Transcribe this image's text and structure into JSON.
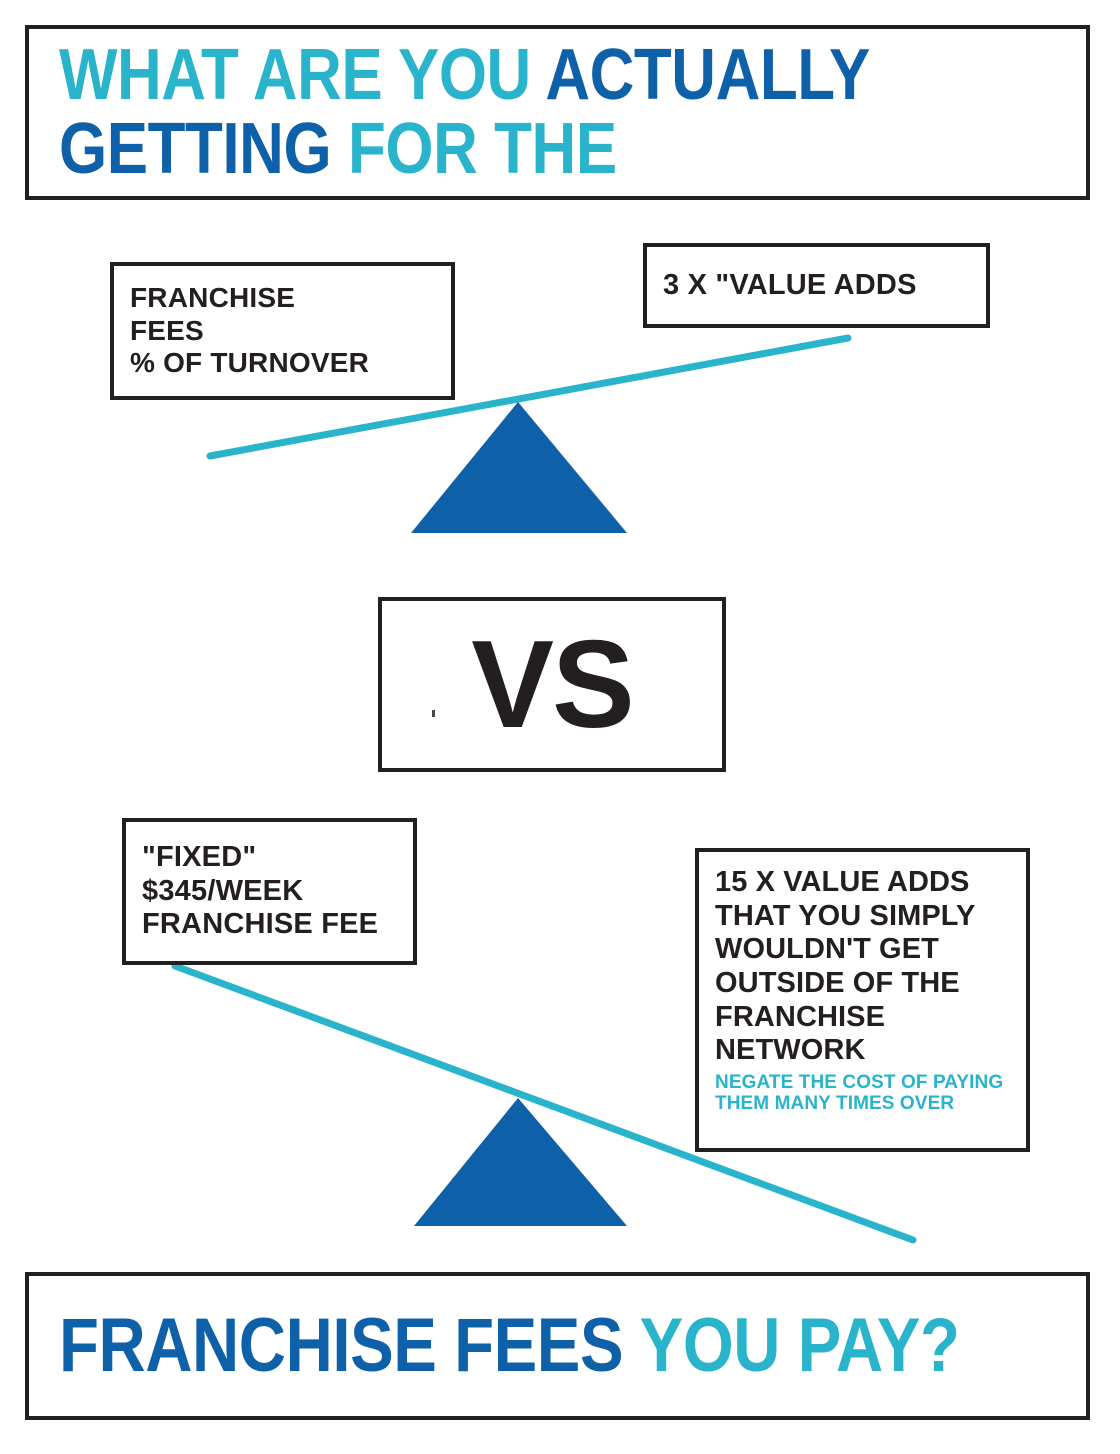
{
  "header": {
    "line1": [
      {
        "text": "WHAT ARE YOU ",
        "color": "#29b4cc"
      },
      {
        "text": "ACTUALLY",
        "color": "#0e60a8"
      }
    ],
    "line2": [
      {
        "text": "GETTING ",
        "color": "#0e60a8"
      },
      {
        "text": "FOR THE",
        "color": "#29b4cc"
      }
    ],
    "line1_part1": "WHAT ARE YOU ",
    "line1_part2": "ACTUALLY",
    "line2_part1": "GETTING ",
    "line2_part2": "FOR THE"
  },
  "footer": {
    "part1": "FRANCHISE FEES ",
    "part2": "YOU PAY?"
  },
  "comparison": {
    "divider_label": "VS",
    "top_scale": {
      "left_label": "FRANCHISE\nFEES\n% OF TURNOVER",
      "right_label": "3 X \"VALUE ADDS",
      "tilt": "right-side-up"
    },
    "bottom_scale": {
      "left_label": "\"FIXED\"\n$345/WEEK\nFRANCHISE FEE",
      "right_label": "15 X VALUE ADDS\nTHAT YOU SIMPLY\nWOULDN'T GET\nOUTSIDE OF THE\nFRANCHISE\nNETWORK",
      "right_sublabel": "NEGATE THE COST OF PAYING\nTHEM MANY TIMES OVER",
      "tilt": "right-side-down"
    }
  },
  "colors": {
    "cyan": "#29b4cc",
    "blue": "#0e60a8",
    "ink": "#231f20",
    "background": "#ffffff"
  },
  "shapes": {
    "top_fulcrum": "triangle",
    "bottom_fulcrum": "triangle",
    "top_beam": "line",
    "bottom_beam": "line"
  }
}
